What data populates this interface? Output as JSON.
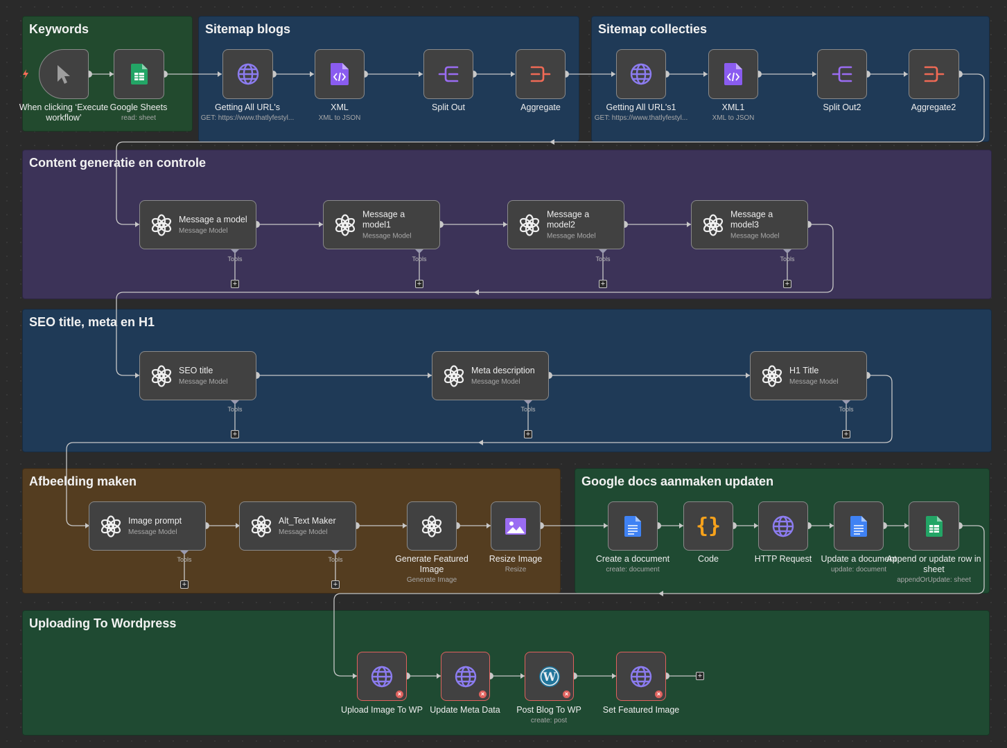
{
  "colors": {
    "keywords": "#224a2e",
    "sitemap": "#1f3a57",
    "content": "#3c3358",
    "seo": "#1f3a57",
    "afbeelding": "#543d20",
    "docs": "#1f4a32",
    "wordpress": "#1f4a32",
    "wire": "#c8c8c8"
  },
  "groups": {
    "keywords": "Keywords",
    "sitemap_blogs": "Sitemap blogs",
    "sitemap_collecties": "Sitemap collecties",
    "content": "Content generatie en controle",
    "seo": "SEO title, meta en H1",
    "afbeelding": "Afbeelding maken",
    "docs": "Google docs aanmaken updaten",
    "wordpress": "Uploading To Wordpress"
  },
  "tools_label": "Tools",
  "nodes": {
    "trigger": {
      "name": "When clicking ‘Execute workflow’",
      "icon": "cursor-icon"
    },
    "sheets1": {
      "name": "Google Sheets",
      "sub": "read: sheet",
      "icon": "google-sheets-icon"
    },
    "geturls": {
      "name": "Getting All URL's",
      "sub": "GET: https://www.thatlyfestyl...",
      "icon": "globe-icon"
    },
    "xml": {
      "name": "XML",
      "sub": "XML to JSON",
      "icon": "xml-file-icon"
    },
    "splitout": {
      "name": "Split Out",
      "sub": "",
      "icon": "split-icon"
    },
    "aggregate": {
      "name": "Aggregate",
      "sub": "",
      "icon": "aggregate-icon"
    },
    "geturls1": {
      "name": "Getting All URL's1",
      "sub": "GET: https://www.thatlyfestyl...",
      "icon": "globe-icon"
    },
    "xml1": {
      "name": "XML1",
      "sub": "XML to JSON",
      "icon": "xml-file-icon"
    },
    "splitout2": {
      "name": "Split Out2",
      "sub": "",
      "icon": "split-icon"
    },
    "aggregate2": {
      "name": "Aggregate2",
      "sub": "",
      "icon": "aggregate-icon"
    },
    "msg0": {
      "name": "Message a model",
      "sub": "Message Model",
      "icon": "openai-icon"
    },
    "msg1": {
      "name": "Message a model1",
      "sub": "Message Model",
      "icon": "openai-icon"
    },
    "msg2": {
      "name": "Message a model2",
      "sub": "Message Model",
      "icon": "openai-icon"
    },
    "msg3": {
      "name": "Message a model3",
      "sub": "Message Model",
      "icon": "openai-icon"
    },
    "seotitle": {
      "name": "SEO title",
      "sub": "Message Model",
      "icon": "openai-icon"
    },
    "metadesc": {
      "name": "Meta description",
      "sub": "Message Model",
      "icon": "openai-icon"
    },
    "h1title": {
      "name": "H1 Title",
      "sub": "Message Model",
      "icon": "openai-icon"
    },
    "imgprompt": {
      "name": "Image prompt",
      "sub": "Message Model",
      "icon": "openai-icon"
    },
    "alttext": {
      "name": "Alt_Text Maker",
      "sub": "Message Model",
      "icon": "openai-icon"
    },
    "genimage": {
      "name": "Generate Featured Image",
      "sub": "Generate Image",
      "icon": "openai-icon"
    },
    "resize": {
      "name": "Resize Image",
      "sub": "Resize",
      "icon": "image-icon"
    },
    "createdoc": {
      "name": "Create a document",
      "sub": "create: document",
      "icon": "google-docs-icon"
    },
    "code": {
      "name": "Code",
      "sub": "",
      "icon": "code-braces-icon"
    },
    "httpreq": {
      "name": "HTTP Request",
      "sub": "",
      "icon": "globe-icon"
    },
    "updatedoc": {
      "name": "Update a document",
      "sub": "update: document",
      "icon": "google-docs-icon"
    },
    "appendrow": {
      "name": "Append or update row in sheet",
      "sub": "appendOrUpdate: sheet",
      "icon": "google-sheets-icon"
    },
    "uploadimg": {
      "name": "Upload Image To WP",
      "sub": "",
      "icon": "globe-icon"
    },
    "updatemeta": {
      "name": "Update Meta Data",
      "sub": "",
      "icon": "globe-icon"
    },
    "postblog": {
      "name": "Post Blog To WP",
      "sub": "create: post",
      "icon": "wordpress-icon"
    },
    "setfeatured": {
      "name": "Set Featured Image",
      "sub": "",
      "icon": "globe-icon"
    }
  }
}
